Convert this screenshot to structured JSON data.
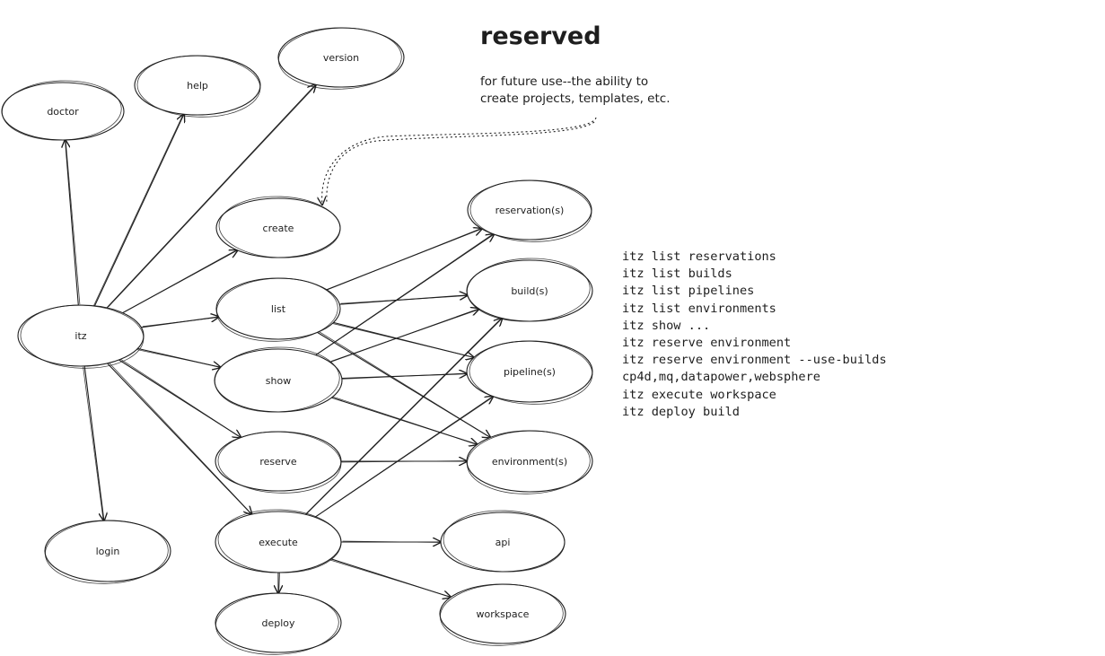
{
  "diagram": {
    "nodes": [
      {
        "id": "doctor",
        "label": "doctor"
      },
      {
        "id": "help",
        "label": "help"
      },
      {
        "id": "version",
        "label": "version"
      },
      {
        "id": "create",
        "label": "create"
      },
      {
        "id": "list",
        "label": "list"
      },
      {
        "id": "itz",
        "label": "itz"
      },
      {
        "id": "show",
        "label": "show"
      },
      {
        "id": "reserve",
        "label": "reserve"
      },
      {
        "id": "login",
        "label": "login"
      },
      {
        "id": "execute",
        "label": "execute"
      },
      {
        "id": "deploy",
        "label": "deploy"
      },
      {
        "id": "reservations",
        "label": "reservation(s)"
      },
      {
        "id": "builds",
        "label": "build(s)"
      },
      {
        "id": "pipelines",
        "label": "pipeline(s)"
      },
      {
        "id": "environments",
        "label": "environment(s)"
      },
      {
        "id": "api",
        "label": "api"
      },
      {
        "id": "workspace",
        "label": "workspace"
      }
    ],
    "edges": [
      [
        "itz",
        "doctor"
      ],
      [
        "itz",
        "help"
      ],
      [
        "itz",
        "version"
      ],
      [
        "itz",
        "create"
      ],
      [
        "itz",
        "list"
      ],
      [
        "itz",
        "show"
      ],
      [
        "itz",
        "reserve"
      ],
      [
        "itz",
        "login"
      ],
      [
        "itz",
        "execute"
      ],
      [
        "list",
        "reservations"
      ],
      [
        "list",
        "builds"
      ],
      [
        "list",
        "pipelines"
      ],
      [
        "list",
        "environments"
      ],
      [
        "show",
        "reservations"
      ],
      [
        "show",
        "builds"
      ],
      [
        "show",
        "pipelines"
      ],
      [
        "show",
        "environments"
      ],
      [
        "reserve",
        "environments"
      ],
      [
        "execute",
        "pipelines"
      ],
      [
        "execute",
        "builds"
      ],
      [
        "execute",
        "api"
      ],
      [
        "execute",
        "workspace"
      ],
      [
        "execute",
        "deploy"
      ]
    ]
  },
  "note": {
    "title": "reserved",
    "lines": [
      "for future use--the ability to",
      "create projects, templates, etc."
    ]
  },
  "commands": [
    "itz list reservations",
    "itz list builds",
    "itz list pipelines",
    "itz list environments",
    "itz show ...",
    "itz reserve environment",
    "itz reserve environment --use-builds",
    "cp4d,mq,datapower,websphere",
    "itz execute workspace",
    "itz deploy build"
  ]
}
